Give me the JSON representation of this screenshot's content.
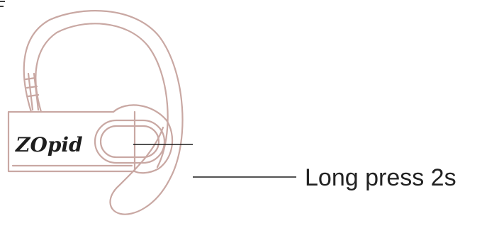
{
  "logo_text": "ZOpid",
  "callout_label": "Long press 2s",
  "colors": {
    "outline": "#c9a8a3",
    "text": "#222222",
    "leader": "#1a1a1a"
  },
  "icons": [
    "earbud-illustration"
  ]
}
